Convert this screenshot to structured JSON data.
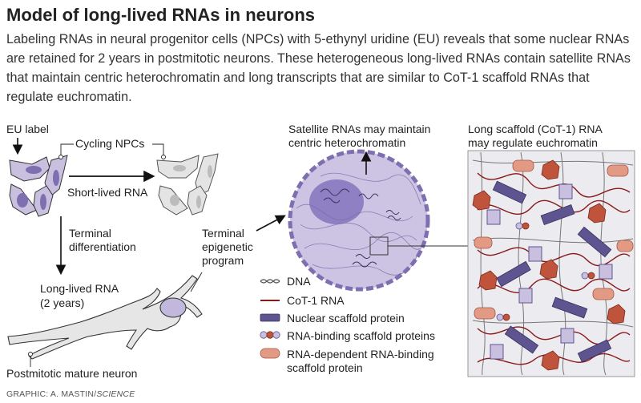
{
  "title": "Model of long-lived RNAs in neurons",
  "intro": "Labeling RNAs in neural progenitor cells (NPCs) with 5-ethynyl uridine (EU) reveals that some nuclear RNAs are retained for 2 years in postmitotic neurons. These heterogeneous long-lived RNAs contain satellite RNAs that maintain centric heterochromatin and long transcripts that are similar to CoT-1 scaffold RNAs that regulate euchromatin.",
  "labels": {
    "eu_label": "EU label",
    "cycling_npcs": "Cycling NPCs",
    "short_lived": "Short-lived RNA",
    "terminal_diff_1": "Terminal",
    "terminal_diff_2": "differentiation",
    "long_lived_1": "Long-lived RNA",
    "long_lived_2": "(2 years)",
    "postmitotic": "Postmitotic mature neuron",
    "terminal_epi_1": "Terminal",
    "terminal_epi_2": "epigenetic",
    "terminal_epi_3": "program",
    "satellite_1": "Satellite RNAs may maintain",
    "satellite_2": "centric heterochromatin",
    "scaffold_1": "Long scaffold (CoT-1) RNA",
    "scaffold_2": "may regulate euchromatin"
  },
  "legend": [
    {
      "icon": "dna-icon",
      "label": "DNA"
    },
    {
      "icon": "cot1-rna-icon",
      "label": "CoT-1 RNA"
    },
    {
      "icon": "nuclear-scaffold-protein-icon",
      "label": "Nuclear scaffold protein"
    },
    {
      "icon": "rna-binding-scaffold-icon",
      "label": "RNA-binding scaffold proteins"
    },
    {
      "icon": "rna-dependent-protein-icon",
      "label": "RNA-dependent RNA-binding",
      "label2": "scaffold protein"
    }
  ],
  "credit_prefix": "GRAPHIC: A. MASTIN/",
  "credit_source": "SCIENCE",
  "colors": {
    "cell_fill": "#c9c0e0",
    "cell_dark": "#7d6fb0",
    "neuron_fill": "#e6e6e6",
    "nucleus_fill": "#c2b8dd",
    "rna_red": "#8a1a1a",
    "scaffold_purple": "#5e5490",
    "salmon": "#e39a85",
    "brick": "#c0533c"
  }
}
